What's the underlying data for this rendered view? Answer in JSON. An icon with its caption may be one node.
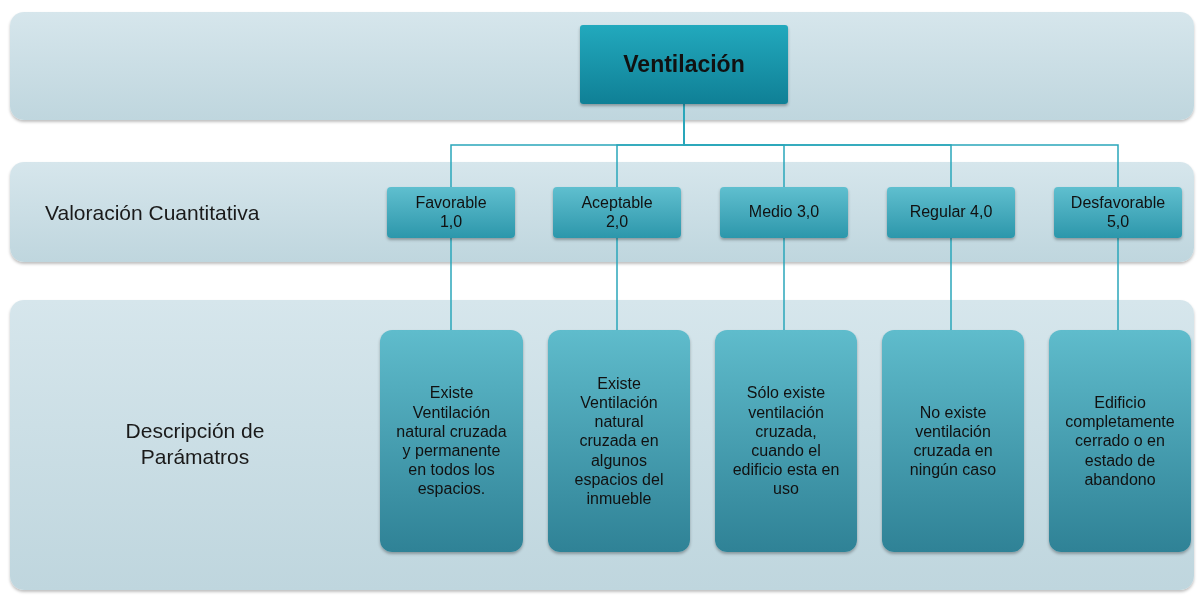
{
  "diagram": {
    "nodes": [
      {
        "text": [],
        "shape": "box"
      },
      {
        "text": [
          "Ventilación"
        ],
        "in": 0
      },
      {
        "text": [
          "Valoración Cuantitativa"
        ]
      },
      {
        "text": [
          "Favorable 1,0"
        ],
        "in": 2
      },
      {
        "text": [
          "Aceptable 2,0"
        ],
        "in": 2
      },
      {
        "text": [
          "Medio 3,0"
        ],
        "in": 2
      },
      {
        "text": [
          "Regular 4,0"
        ],
        "in": 2
      },
      {
        "text": [
          "Desfavorable 5,0"
        ],
        "in": 2
      },
      {
        "text": [
          "Descripción de Parámatros"
        ]
      },
      {
        "text": [
          "Existe Ventilación natural cruzada y permanente en todos los espacios."
        ],
        "in": 8
      },
      {
        "text": [
          "Existe Ventilación natural cruzada en algunos espacios del inmueble"
        ],
        "in": 8
      },
      {
        "text": [
          "Sólo existe ventilación cruzada, cuando el edificio esta en uso"
        ],
        "in": 8
      },
      {
        "text": [
          "No existe ventilación cruzada en ningún caso"
        ],
        "in": 8
      },
      {
        "text": [
          "Edificio completamente cerrado o en estado de abandono"
        ],
        "in": 8
      }
    ],
    "edges": [
      {
        "from": 1,
        "to": 3,
        "arrow": "none"
      },
      {
        "from": 1,
        "to": 4,
        "arrow": "none"
      },
      {
        "from": 1,
        "to": 5,
        "arrow": "none"
      },
      {
        "from": 1,
        "to": 6,
        "arrow": "none"
      },
      {
        "from": 1,
        "to": 7,
        "arrow": "none"
      },
      {
        "from": 3,
        "to": 9,
        "arrow": "none"
      },
      {
        "from": 4,
        "to": 10,
        "arrow": "none"
      },
      {
        "from": 5,
        "to": 11,
        "arrow": "none"
      },
      {
        "from": 6,
        "to": 12,
        "arrow": "none"
      },
      {
        "from": 7,
        "to": 13,
        "arrow": "none"
      }
    ]
  }
}
